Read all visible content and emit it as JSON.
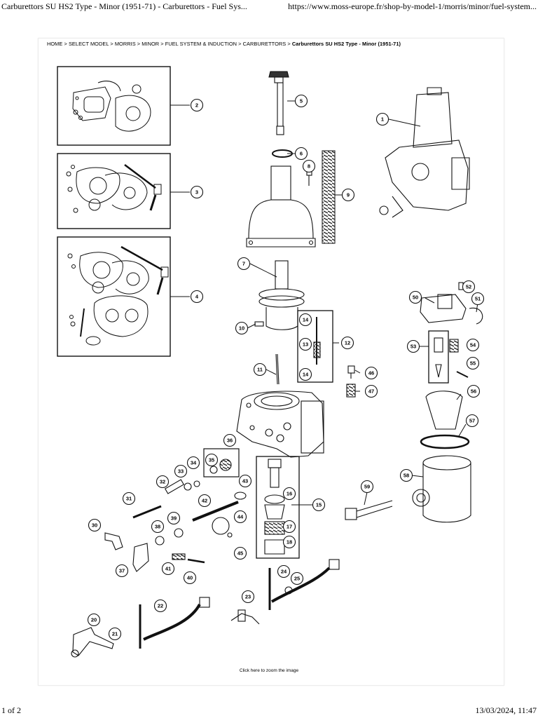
{
  "print_header": {
    "title": "Carburettors SU HS2 Type - Minor (1951-71) - Carburettors - Fuel Sys...",
    "url": "https://www.moss-europe.fr/shop-by-model-1/morris/minor/fuel-system..."
  },
  "breadcrumb": {
    "items": [
      "HOME",
      "SELECT MODEL",
      "MORRIS",
      "MINOR",
      "FUEL SYSTEM & INDUCTION",
      "CARBURETTORS"
    ],
    "separator": " > ",
    "current": "Carburettors SU HS2 Type - Minor (1951-71)"
  },
  "diagram": {
    "callouts": [
      "1",
      "2",
      "3",
      "4",
      "5",
      "6",
      "7",
      "8",
      "9",
      "10",
      "11",
      "12",
      "13",
      "14",
      "14",
      "15",
      "16",
      "17",
      "18",
      "20",
      "21",
      "22",
      "23",
      "24",
      "25",
      "30",
      "31",
      "32",
      "33",
      "34",
      "35",
      "36",
      "37",
      "38",
      "39",
      "40",
      "41",
      "42",
      "43",
      "44",
      "45",
      "46",
      "47",
      "50",
      "51",
      "52",
      "53",
      "54",
      "55",
      "56",
      "57",
      "58",
      "59"
    ]
  },
  "zoom_link": "Click here to zoom the image",
  "print_footer": {
    "page": "1 of 2",
    "datetime": "13/03/2024, 11:47"
  }
}
